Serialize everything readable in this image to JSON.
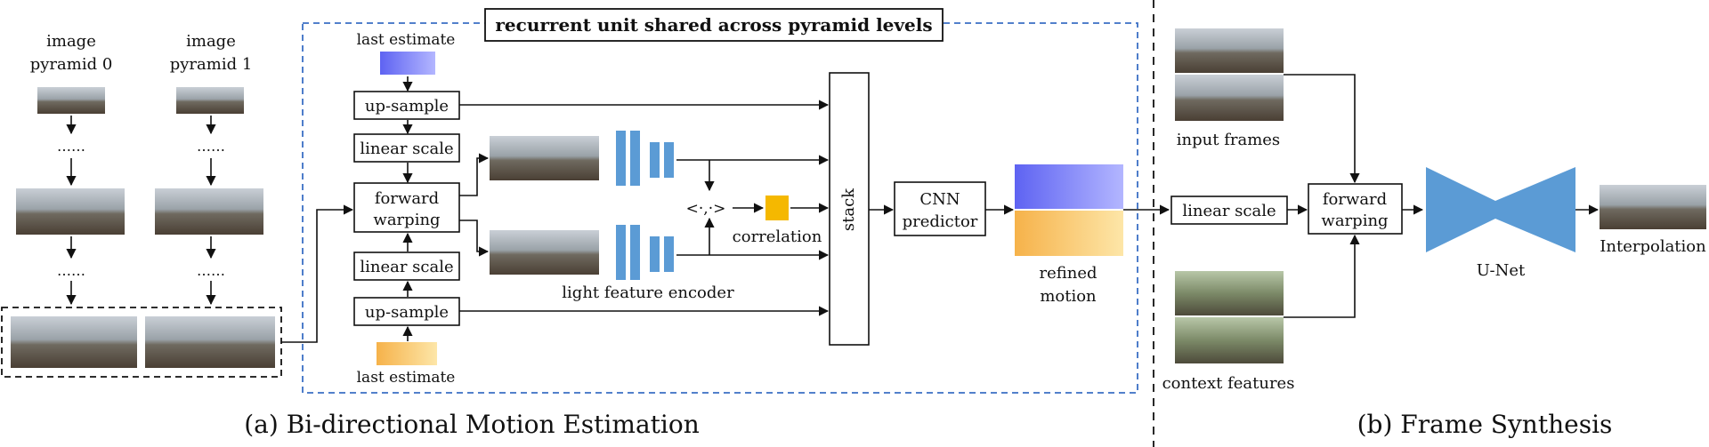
{
  "title": "recurrent unit shared across pyramid levels",
  "pyramid": {
    "label0": [
      "image",
      "pyramid 0"
    ],
    "label1": [
      "image",
      "pyramid 1"
    ],
    "dots": "……"
  },
  "unit": {
    "last_estimate": "last estimate",
    "upsample": "up-sample",
    "linear_scale": "linear scale",
    "forward_warping": [
      "forward",
      "warping"
    ],
    "feature_encoder": "light feature encoder",
    "correlation_op": "<·,·>",
    "correlation": "correlation",
    "stack": "stack",
    "cnn": [
      "CNN",
      "predictor"
    ],
    "refined": [
      "refined",
      "motion"
    ]
  },
  "synthesis": {
    "input_frames": "input frames",
    "context_features": "context features",
    "linear_scale": "linear scale",
    "forward_warping": [
      "forward",
      "warping"
    ],
    "unet": "U-Net",
    "interpolation": "Interpolation"
  },
  "captions": {
    "a": "(a) Bi-directional Motion Estimation",
    "b": "(b) Frame Synthesis"
  },
  "colors": {
    "encoder_blue": "#5b9bd5",
    "correlation_orange": "#f5b800",
    "dashed_blue": "#3a6fc4",
    "flow_blue": "#6a6cf0",
    "flow_yellow": "#f7c35a"
  }
}
